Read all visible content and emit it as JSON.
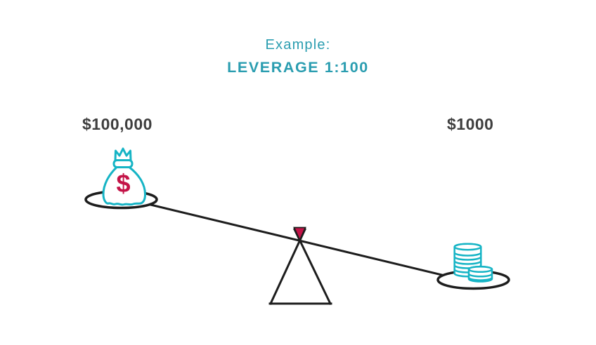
{
  "title": {
    "eyebrow": "Example:",
    "heading": "LEVERAGE 1:100"
  },
  "seesaw": {
    "heavy_side": {
      "label": "$100,000",
      "icon": "money-bag",
      "bag_symbol": "$",
      "position": "left, lowered pan"
    },
    "light_side": {
      "label": "$1000",
      "icon": "coin-stack",
      "position": "right, raised... actually right pan is lower (tilted down to the right)"
    },
    "pivot_icon": "red-inverted-triangle"
  },
  "colors": {
    "teal-text": "#2a9db0",
    "teal-icon": "#16b4c5",
    "crimson": "#c31347",
    "ink": "#1d1d1d",
    "label": "#3e3e3e",
    "bg": "#ffffff"
  }
}
